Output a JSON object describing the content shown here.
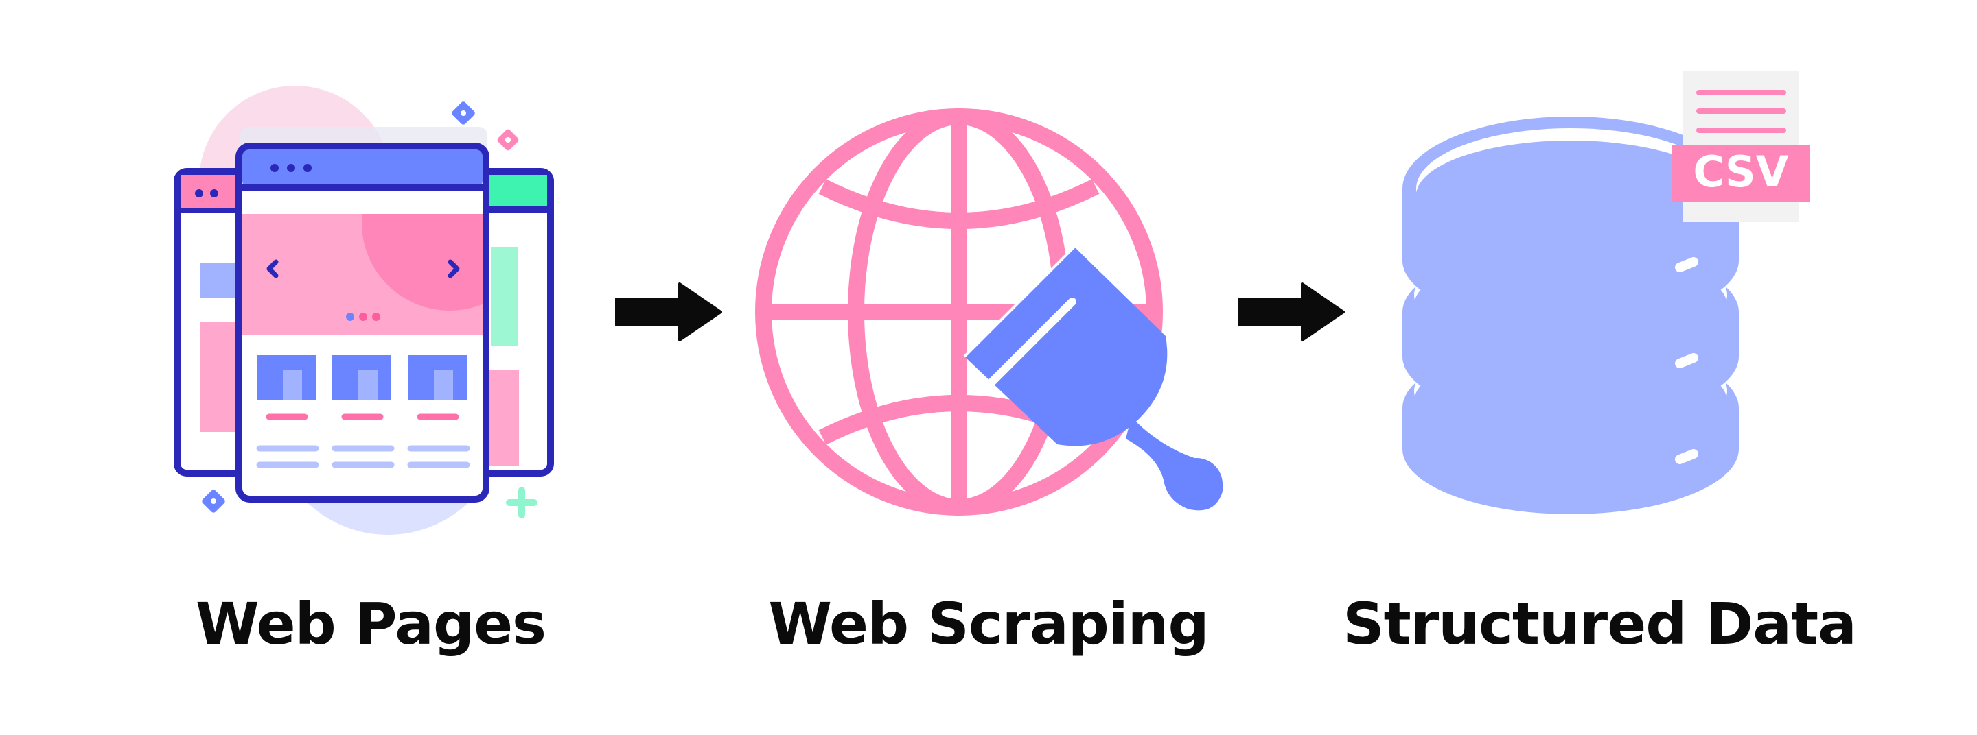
{
  "steps": [
    {
      "label": "Web Pages",
      "icon": "web-pages-icon"
    },
    {
      "label": "Web Scraping",
      "icon": "globe-scraper-icon"
    },
    {
      "label": "Structured Data",
      "icon": "database-csv-icon"
    }
  ],
  "csv_badge": "CSV",
  "arrows": [
    "arrow-right-icon",
    "arrow-right-icon"
  ],
  "colors": {
    "pink": "#FF86B8",
    "blue": "#6A85FF",
    "light_blue": "#A1B2FF",
    "navy": "#2B27B8",
    "mint": "#3EF2B0",
    "black": "#0b0b0b"
  }
}
